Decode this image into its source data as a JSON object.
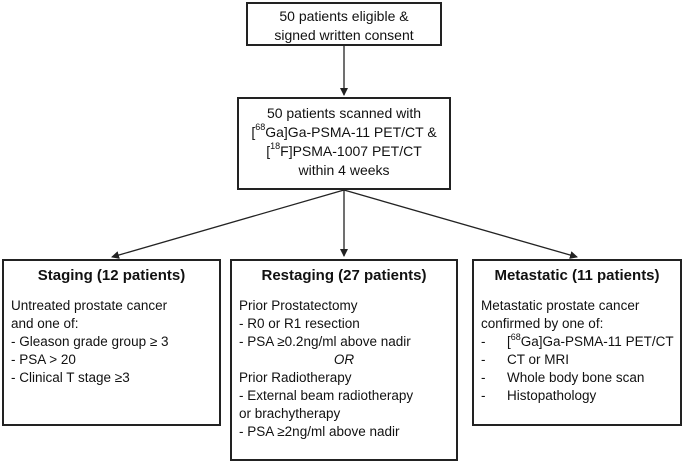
{
  "top_box": {
    "line1": "50 patients eligible &",
    "line2": "signed written consent"
  },
  "scan_box": {
    "line1": "50 patients scanned with",
    "line2_sup": "68",
    "line2_rest": "Ga]Ga-PSMA-11 PET/CT &",
    "line3_sup": "18",
    "line3_rest": "F]PSMA-1007 PET/CT",
    "line4": "within 4 weeks"
  },
  "staging": {
    "title": "Staging (12 patients)",
    "intro1": "Untreated prostate cancer",
    "intro2": "and one of:",
    "items": [
      "- Gleason grade group ≥ 3",
      "- PSA > 20",
      "- Clinical T stage ≥3"
    ]
  },
  "restaging": {
    "title": "Restaging (27 patients)",
    "sec1": "Prior Prostatectomy",
    "sec1_items": [
      "- R0 or R1 resection",
      "- PSA ≥0.2ng/ml above nadir"
    ],
    "or": "OR",
    "sec2": "Prior Radiotherapy",
    "sec2_items": [
      "- External beam radiotherapy",
      "or brachytherapy",
      "- PSA ≥2ng/ml above nadir"
    ]
  },
  "metastatic": {
    "title": "Metastatic (11 patients)",
    "intro1": "Metastatic prostate cancer",
    "intro2": "confirmed by one of:",
    "item1_sup": "68",
    "item1_rest": "Ga]Ga-PSMA-11 PET/CT",
    "items": [
      "CT or MRI",
      "Whole body bone scan",
      "Histopathology"
    ],
    "bullet": "-"
  }
}
